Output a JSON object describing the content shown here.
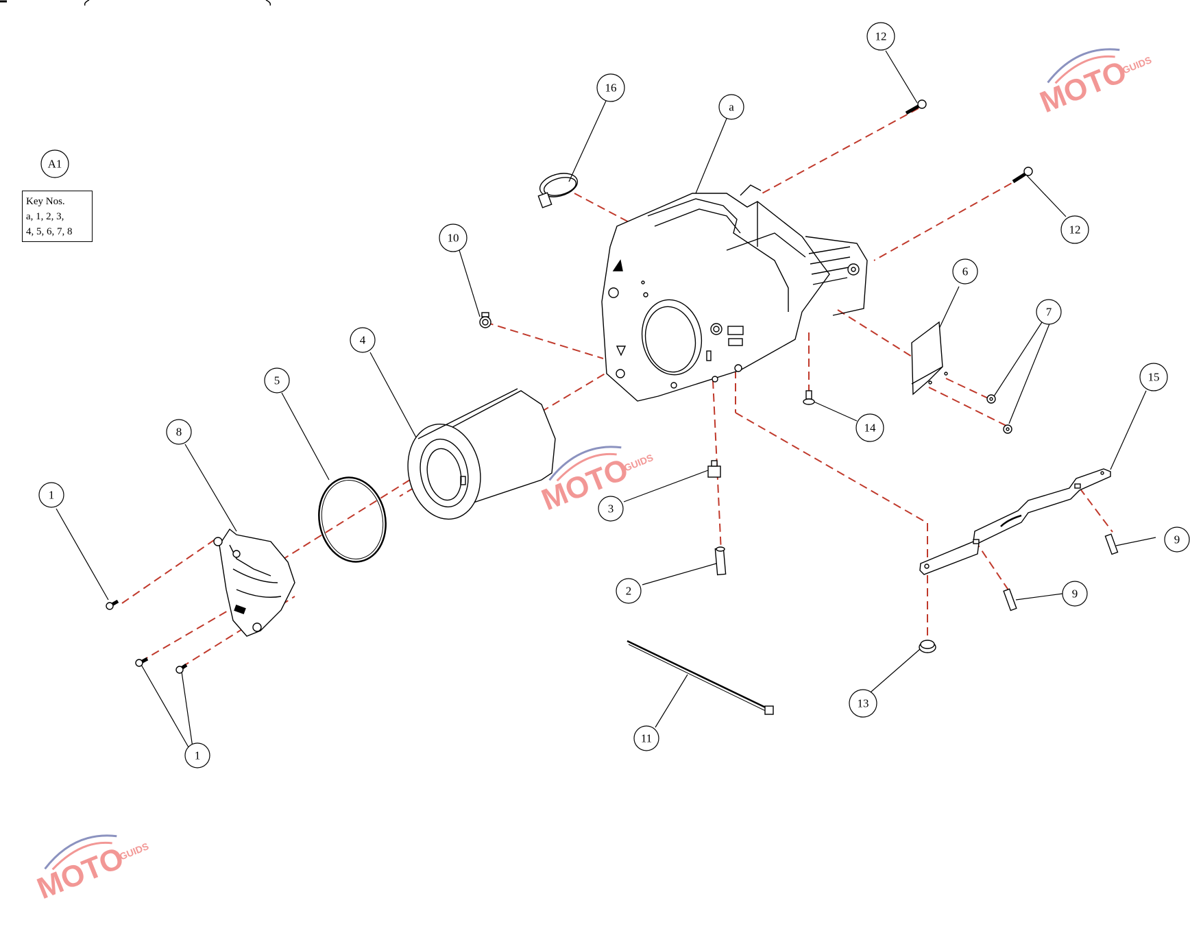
{
  "key_box": {
    "line1": "Key Nos.",
    "line2": "a, 1, 2, 3,",
    "line3": "4, 5, 6, 7, 8"
  },
  "callouts": {
    "A1": "A1",
    "c12_top": "12",
    "c16": "16",
    "ca": "a",
    "c12_right": "12",
    "c10": "10",
    "c6": "6",
    "c7": "7",
    "c4": "4",
    "c5": "5",
    "c8": "8",
    "c15": "15",
    "c14": "14",
    "c1_left": "1",
    "c3": "3",
    "c9_right": "9",
    "c2": "2",
    "c9_mid": "9",
    "c13": "13",
    "c11": "11",
    "c1_bottom": "1"
  },
  "watermark": {
    "word": "MOTO",
    "sub": "GUIDS",
    "colors": {
      "red": "#e8433f",
      "blue": "#2e3a8c"
    }
  },
  "colors": {
    "line": "#000000",
    "leader_dash": "#c0392b"
  }
}
